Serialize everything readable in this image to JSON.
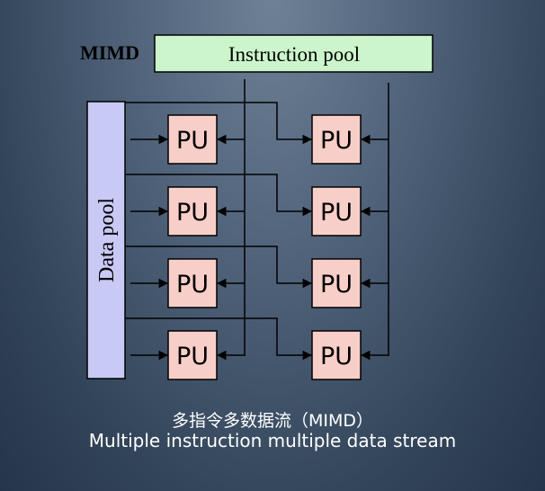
{
  "diagram": {
    "corner_label": "MIMD",
    "instruction_pool": "Instruction pool",
    "data_pool": "Data pool",
    "pu_label": "PU",
    "rows": 4,
    "columns": 2,
    "colors": {
      "instruction_pool_fill": "#ccf5cc",
      "data_pool_fill": "#c9c9f5",
      "pu_fill": "#f8cfc8",
      "stroke": "#000000"
    }
  },
  "caption": {
    "zh": "多指令多数据流（MIMD）",
    "en": "Multiple instruction multiple data stream"
  }
}
